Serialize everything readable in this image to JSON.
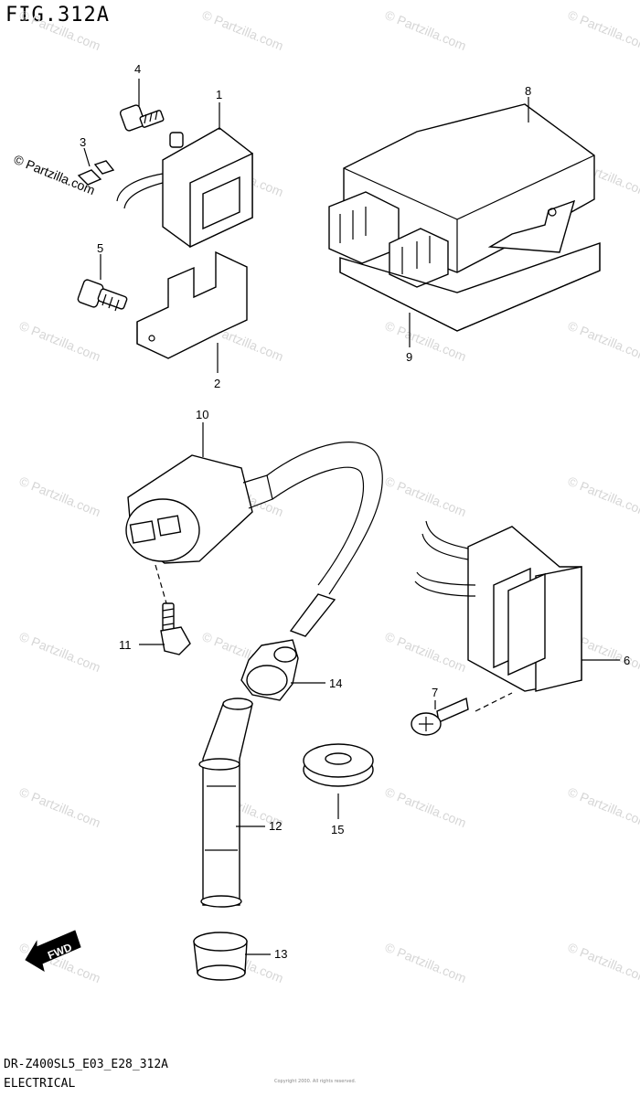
{
  "figure_title": "FIG.312A",
  "footer": {
    "code": "DR-Z400SL5_E03_E28_312A",
    "section_name": "ELECTRICAL",
    "tiny_copyright": "Copyright 2000. All rights reserved."
  },
  "watermark": {
    "text": "© Partzilla.com",
    "logo_text": "© Partzilla.com"
  },
  "fwd_label": "FWD",
  "parts": [
    {
      "number": "1",
      "component": "relay"
    },
    {
      "number": "2",
      "component": "bracket"
    },
    {
      "number": "3",
      "component": "cap"
    },
    {
      "number": "4",
      "component": "bolt"
    },
    {
      "number": "5",
      "component": "bolt"
    },
    {
      "number": "6",
      "component": "regulator"
    },
    {
      "number": "7",
      "component": "screw"
    },
    {
      "number": "8",
      "component": "ecu"
    },
    {
      "number": "9",
      "component": "pad"
    },
    {
      "number": "10",
      "component": "ignition-coil"
    },
    {
      "number": "11",
      "component": "bolt"
    },
    {
      "number": "12",
      "component": "plug-cap"
    },
    {
      "number": "13",
      "component": "seal"
    },
    {
      "number": "14",
      "component": "grommet"
    },
    {
      "number": "15",
      "component": "grommet"
    }
  ],
  "colors": {
    "line": "#000000",
    "watermark": "#d6d6d6",
    "background": "#ffffff"
  }
}
